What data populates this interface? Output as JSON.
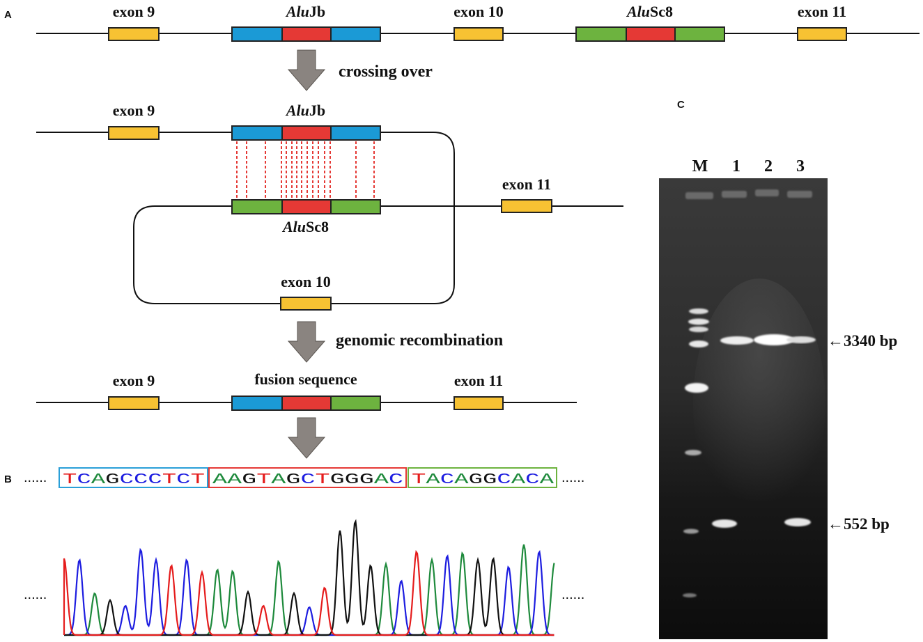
{
  "panels": {
    "a": "A",
    "b": "B",
    "c": "C"
  },
  "colors": {
    "exon": "#F7C233",
    "alu_jb": "#1B9AD6",
    "core": "#E53935",
    "alu_sc8": "#6DB33F",
    "arrow": "#8A8480",
    "recomb_lines": "#E53935",
    "trace_A": "#1E8A3C",
    "trace_C": "#1D1DE0",
    "trace_G": "#111111",
    "trace_T": "#E51C1C"
  },
  "row1": {
    "exon9": "exon 9",
    "alujb_italic": "Alu",
    "alujb_suffix": "Jb",
    "exon10": "exon 10",
    "alusc8_italic": "Alu",
    "alusc8_suffix": "Sc8",
    "exon11": "exon 11"
  },
  "step1_label": "crossing over",
  "row2": {
    "exon9": "exon 9",
    "alujb_italic": "Alu",
    "alujb_suffix": "Jb",
    "exon11": "exon 11",
    "alusc8_italic": "Alu",
    "alusc8_suffix": "Sc8",
    "exon10": "exon 10"
  },
  "step2_label": "genomic recombination",
  "row3": {
    "exon9": "exon 9",
    "fusion": "fusion sequence",
    "exon11": "exon 11"
  },
  "sequence": {
    "ellipsis_left": "......",
    "ellipsis_right": "......",
    "part1": "TCAGCCCTCT",
    "part2": "AAGTAGCTGGGAC",
    "part3": "TACAGGCACA"
  },
  "chromatogram": {
    "ellipsis_left": "......",
    "ellipsis_right": "......"
  },
  "gel": {
    "lanes": [
      "M",
      "1",
      "2",
      "3"
    ],
    "band_large": "←3340 bp",
    "band_small": "←552 bp"
  }
}
